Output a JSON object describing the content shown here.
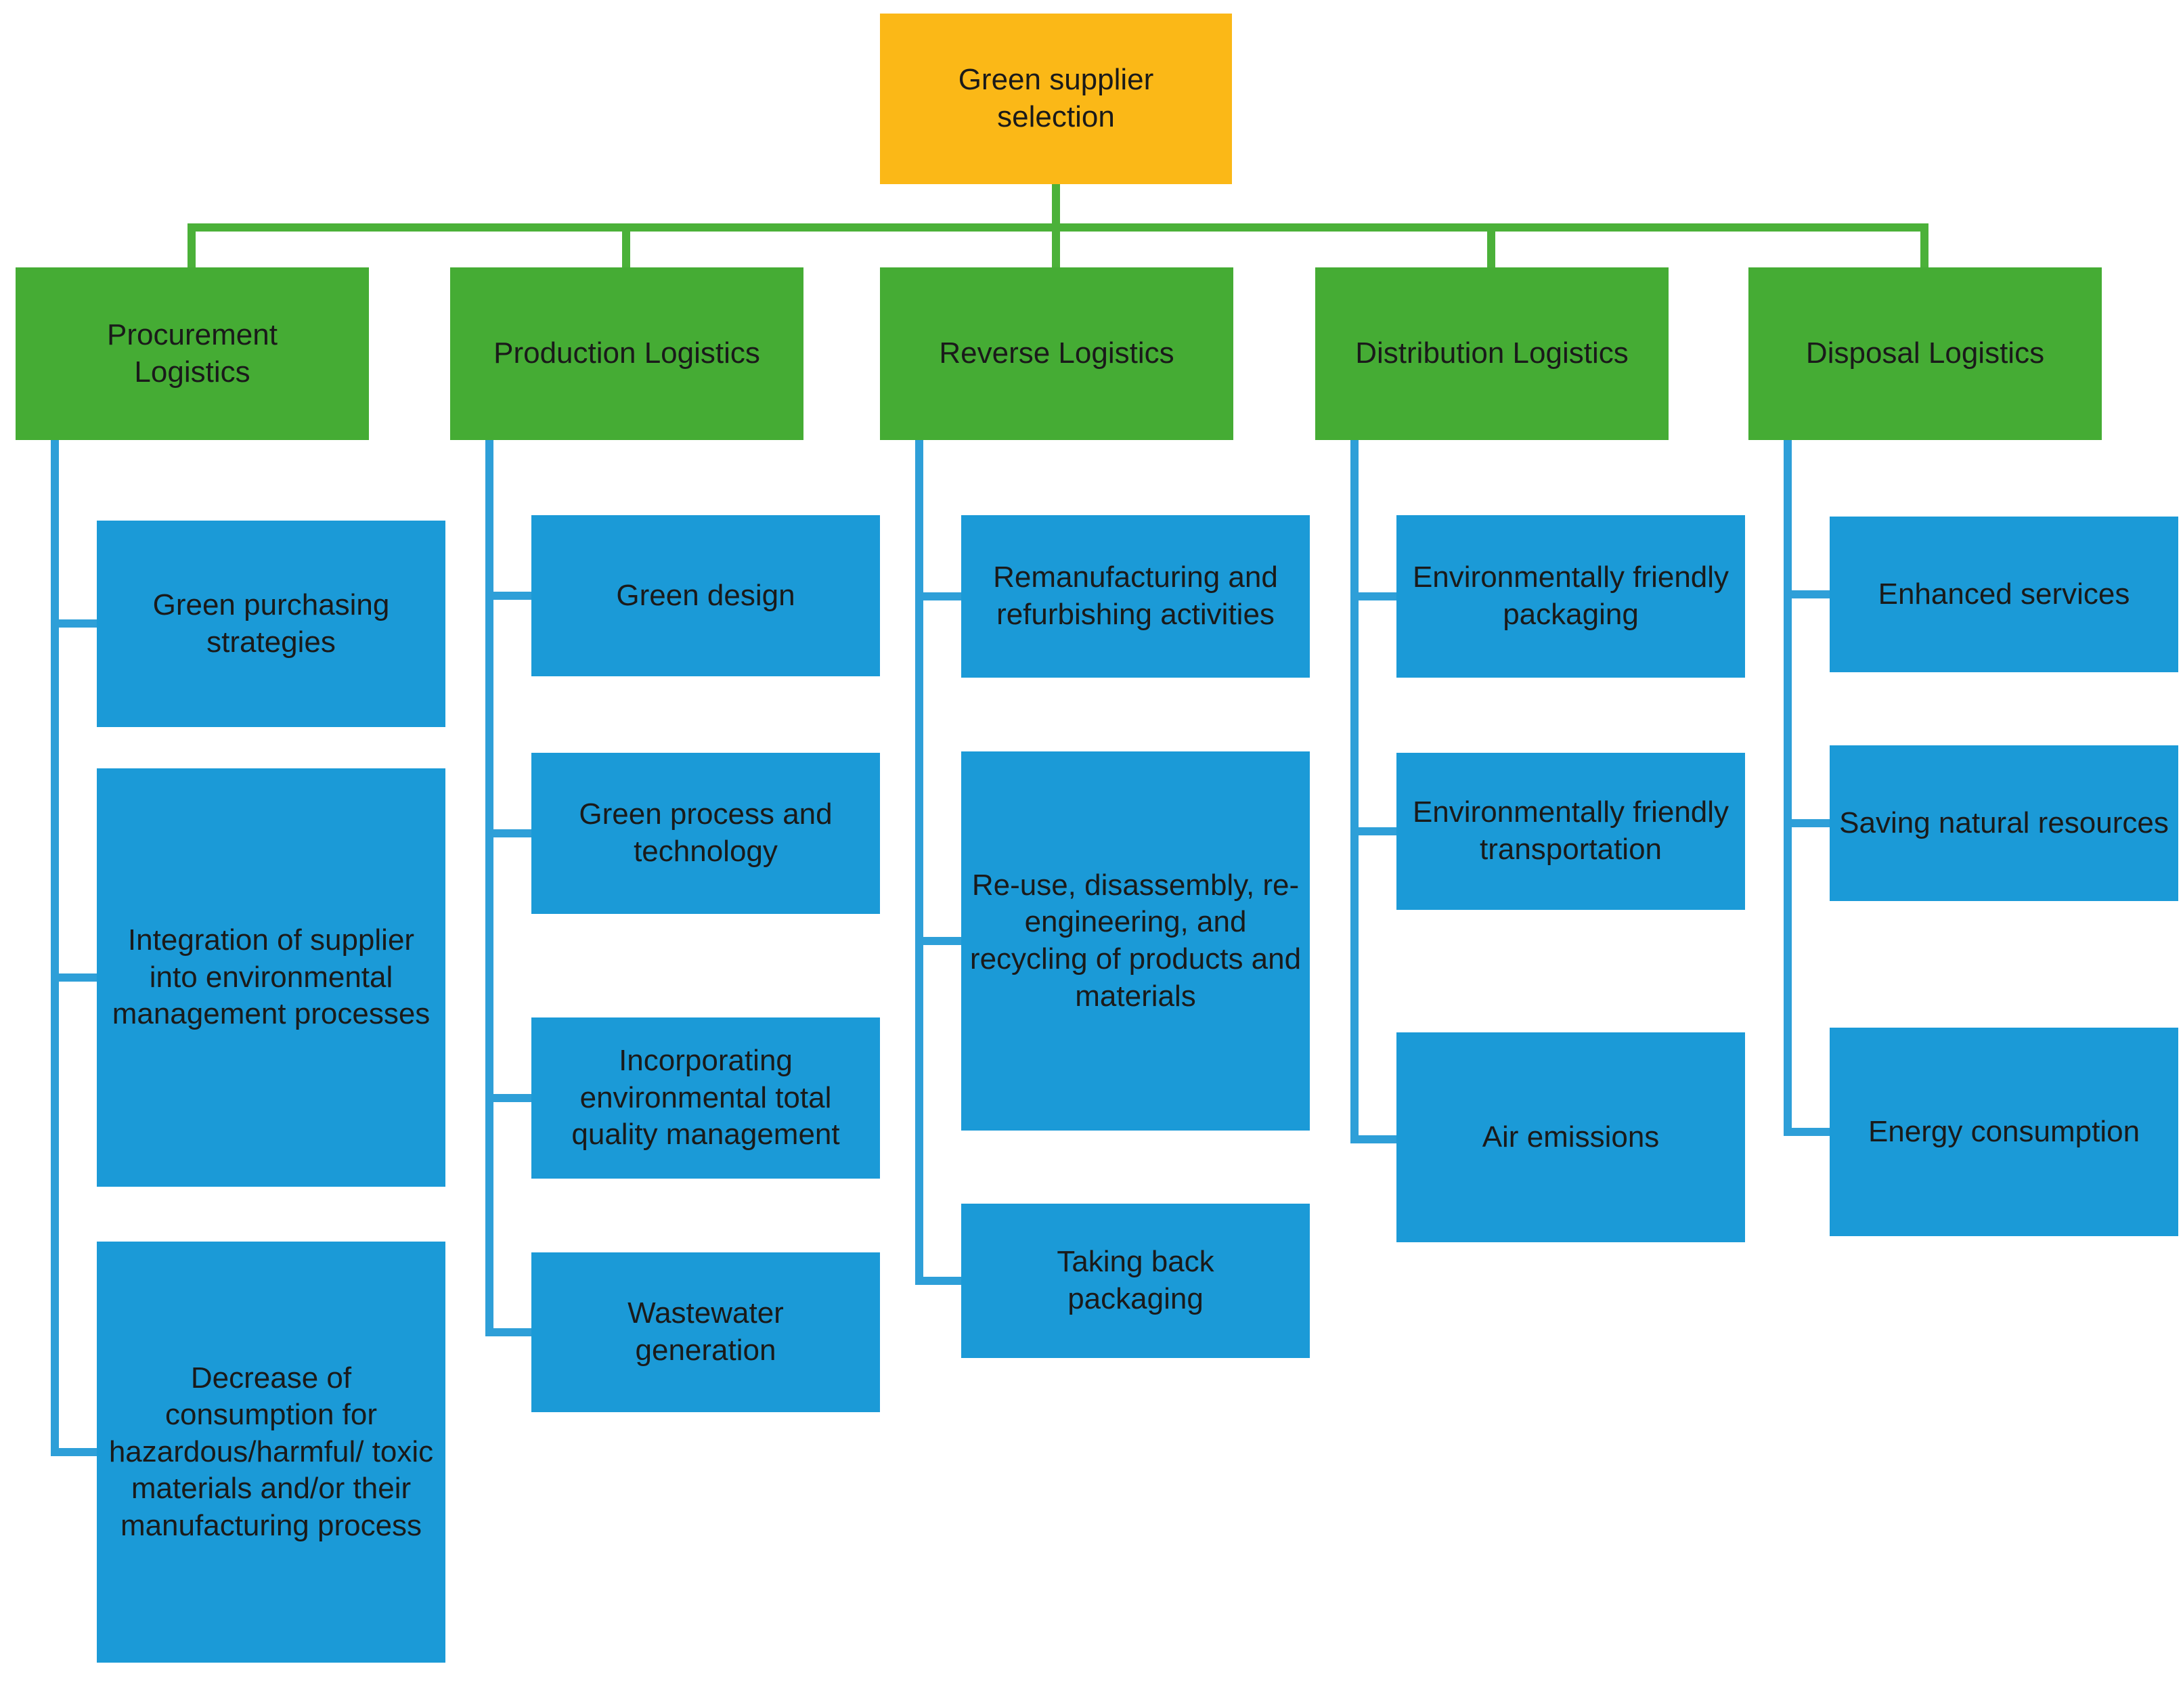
{
  "title": {
    "label": "Green supplier selection"
  },
  "colors": {
    "root-fill": "#FBB817",
    "category-fill": "#45AC34",
    "criterion-fill": "#1B9AD7",
    "connector-green": "#4BB139",
    "connector-blue": "#2E9FD8",
    "text-color": "#1A1A1A"
  },
  "columns": [
    {
      "label": "Procurement Logistics",
      "children": [
        "Green purchasing strategies",
        "Integration of supplier into environmental management processes",
        "Decrease of consumption for hazardous/harmful/ toxic materials and/or their manufacturing process"
      ]
    },
    {
      "label": "Production Logistics",
      "children": [
        "Green design",
        "Green process and technology",
        "Incorporating environmental total quality management",
        "Wastewater generation"
      ]
    },
    {
      "label": "Reverse Logistics",
      "children": [
        "Remanufacturing and refurbishing activities",
        "Re-use, disassembly, re-engineering, and recycling of products and materials",
        "Taking back packaging"
      ]
    },
    {
      "label": "Distribution Logistics",
      "children": [
        "Environmentally friendly packaging",
        "Environmentally friendly transportation",
        "Air emissions"
      ]
    },
    {
      "label": "Disposal Logistics",
      "children": [
        "Enhanced services",
        "Saving natural resources",
        "Energy consumption"
      ]
    }
  ]
}
